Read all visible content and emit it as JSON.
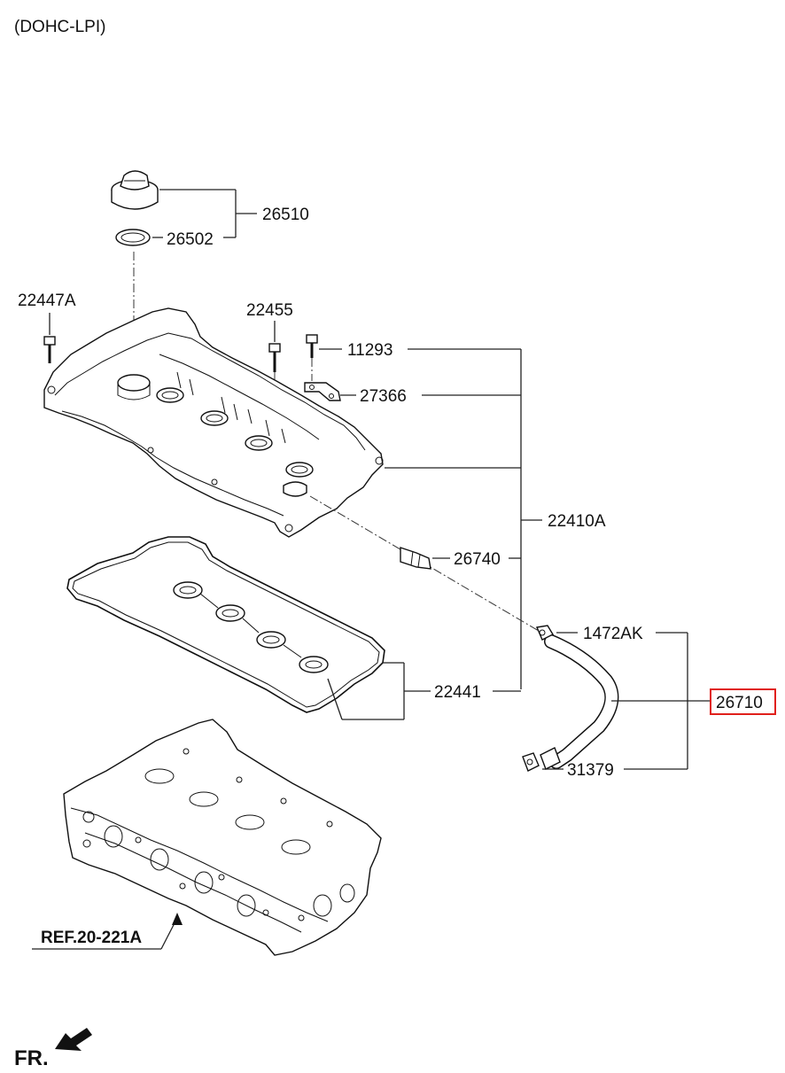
{
  "header": {
    "variant": "(DOHC-LPI)"
  },
  "labels": {
    "p26510": "26510",
    "p26502": "26502",
    "p22447A": "22447A",
    "p22455": "22455",
    "p11293": "11293",
    "p27366": "27366",
    "p22410A": "22410A",
    "p26740": "26740",
    "p1472AK": "1472AK",
    "p26710": "26710",
    "p22441": "22441",
    "p31379": "31379"
  },
  "reference": {
    "text": "REF.20-221A"
  },
  "orientation": {
    "text": "FR."
  },
  "highlight": {
    "part": "26710",
    "color": "#e0201b"
  }
}
